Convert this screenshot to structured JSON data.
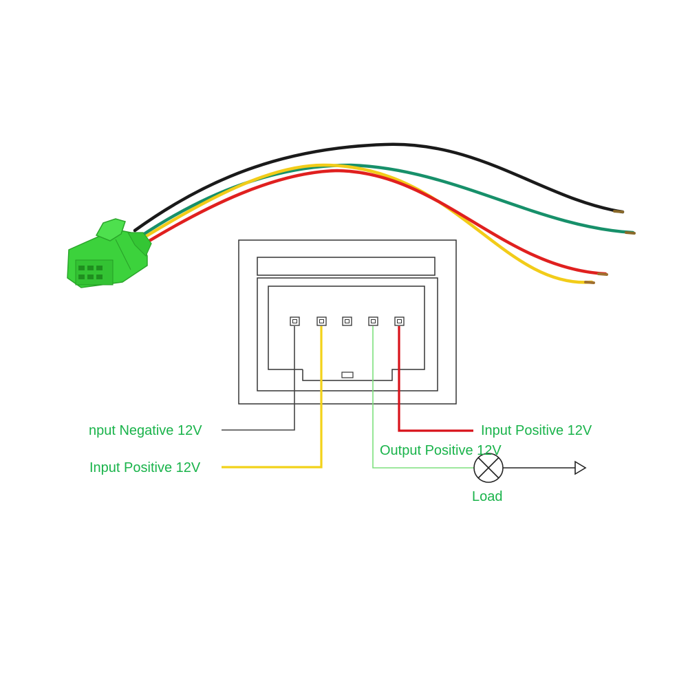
{
  "labels": {
    "input_negative": "nput Negative 12V",
    "input_positive_left": "Input Positive 12V",
    "input_positive_right": "Input Positive 12V",
    "output_positive": "Output Positive 12V",
    "load": "Load"
  },
  "colors": {
    "label": "#19b34a",
    "wire_black": "#1a1a1a",
    "wire_green": "#17906a",
    "wire_red": "#e0201f",
    "wire_yellow": "#f2cc19",
    "plug_green": "#3cd23c",
    "lead_negative": "#444444",
    "lead_yellow": "#f2d21a",
    "lead_green": "#7ddf7d",
    "lead_red": "#d8121a"
  }
}
